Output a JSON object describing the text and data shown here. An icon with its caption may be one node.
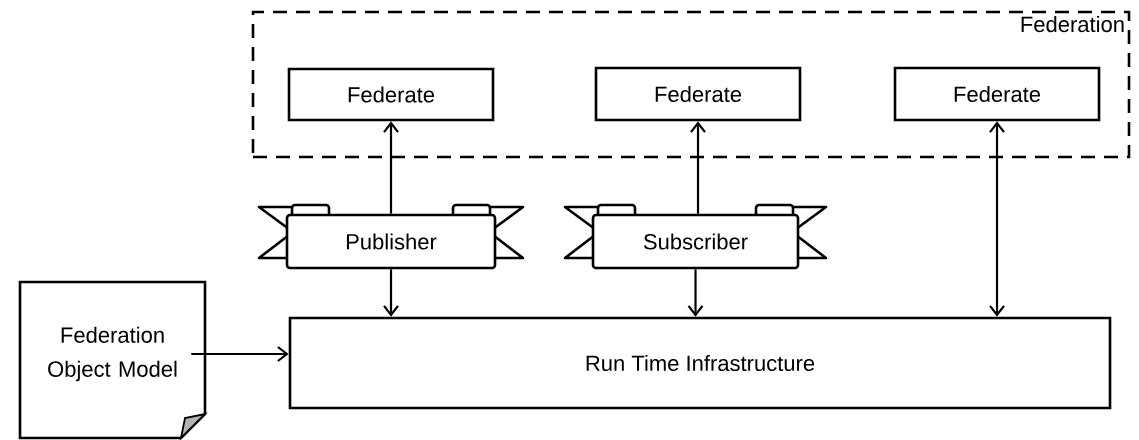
{
  "diagram": {
    "nodes": [
      {
        "text": [
          "Federation"
        ]
      },
      {
        "text": [
          "Federate"
        ],
        "in": 0
      },
      {
        "text": [
          "Federate"
        ],
        "in": 0
      },
      {
        "text": [
          "Federate"
        ],
        "in": 0
      },
      {
        "text": [
          "Publisher"
        ]
      },
      {
        "text": [
          "Subscriber"
        ]
      },
      {
        "text": [
          "Run Time Infrastructure"
        ]
      },
      {
        "text": [
          "Federation Object Model"
        ]
      }
    ],
    "edges": [
      {
        "from": 4,
        "to": 1,
        "arrow": "to"
      },
      {
        "from": 4,
        "to": 6,
        "arrow": "to"
      },
      {
        "from": 5,
        "to": 2,
        "arrow": "to"
      },
      {
        "from": 5,
        "to": 6,
        "arrow": "to"
      },
      {
        "from": 6,
        "to": 3,
        "arrow": "both"
      },
      {
        "from": 7,
        "to": 6,
        "arrow": "to"
      }
    ]
  }
}
